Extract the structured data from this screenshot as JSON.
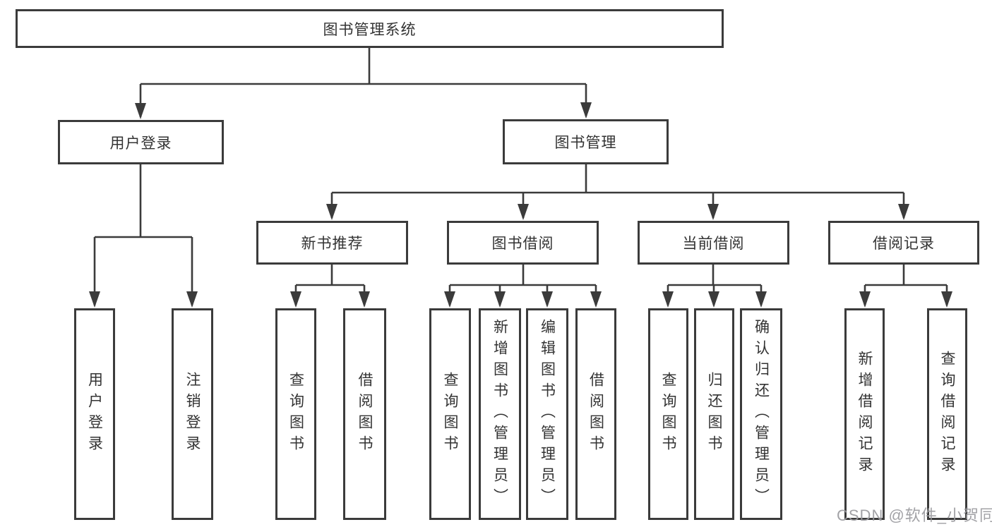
{
  "diagram": {
    "title": "图书管理系统",
    "root": {
      "label": "图书管理系统"
    },
    "level1": [
      {
        "label": "用户登录"
      },
      {
        "label": "图书管理"
      }
    ],
    "level2": [
      {
        "label": "新书推荐"
      },
      {
        "label": "图书借阅"
      },
      {
        "label": "当前借阅"
      },
      {
        "label": "借阅记录"
      }
    ],
    "leaves": {
      "user_login": [
        "用户登录",
        "注销登录"
      ],
      "new_book": [
        "查询图书",
        "借阅图书"
      ],
      "book_borrow": [
        "查询图书",
        "新增图书（管理员）",
        "编辑图书（管理员）",
        "借阅图书"
      ],
      "current_borrow": [
        "查询图书",
        "归还图书",
        "确认归还（管理员）"
      ],
      "records": [
        "新增借阅记录",
        "查询借阅记录"
      ]
    }
  },
  "watermark": {
    "text": "CSDN @软件_小贺同学"
  },
  "colors": {
    "line": "#3b3b3b",
    "box_border": "#3b3b3b",
    "box_fill": "#ffffff",
    "text": "#333333",
    "background": "#ffffff",
    "watermark": "#9a9a9e"
  }
}
